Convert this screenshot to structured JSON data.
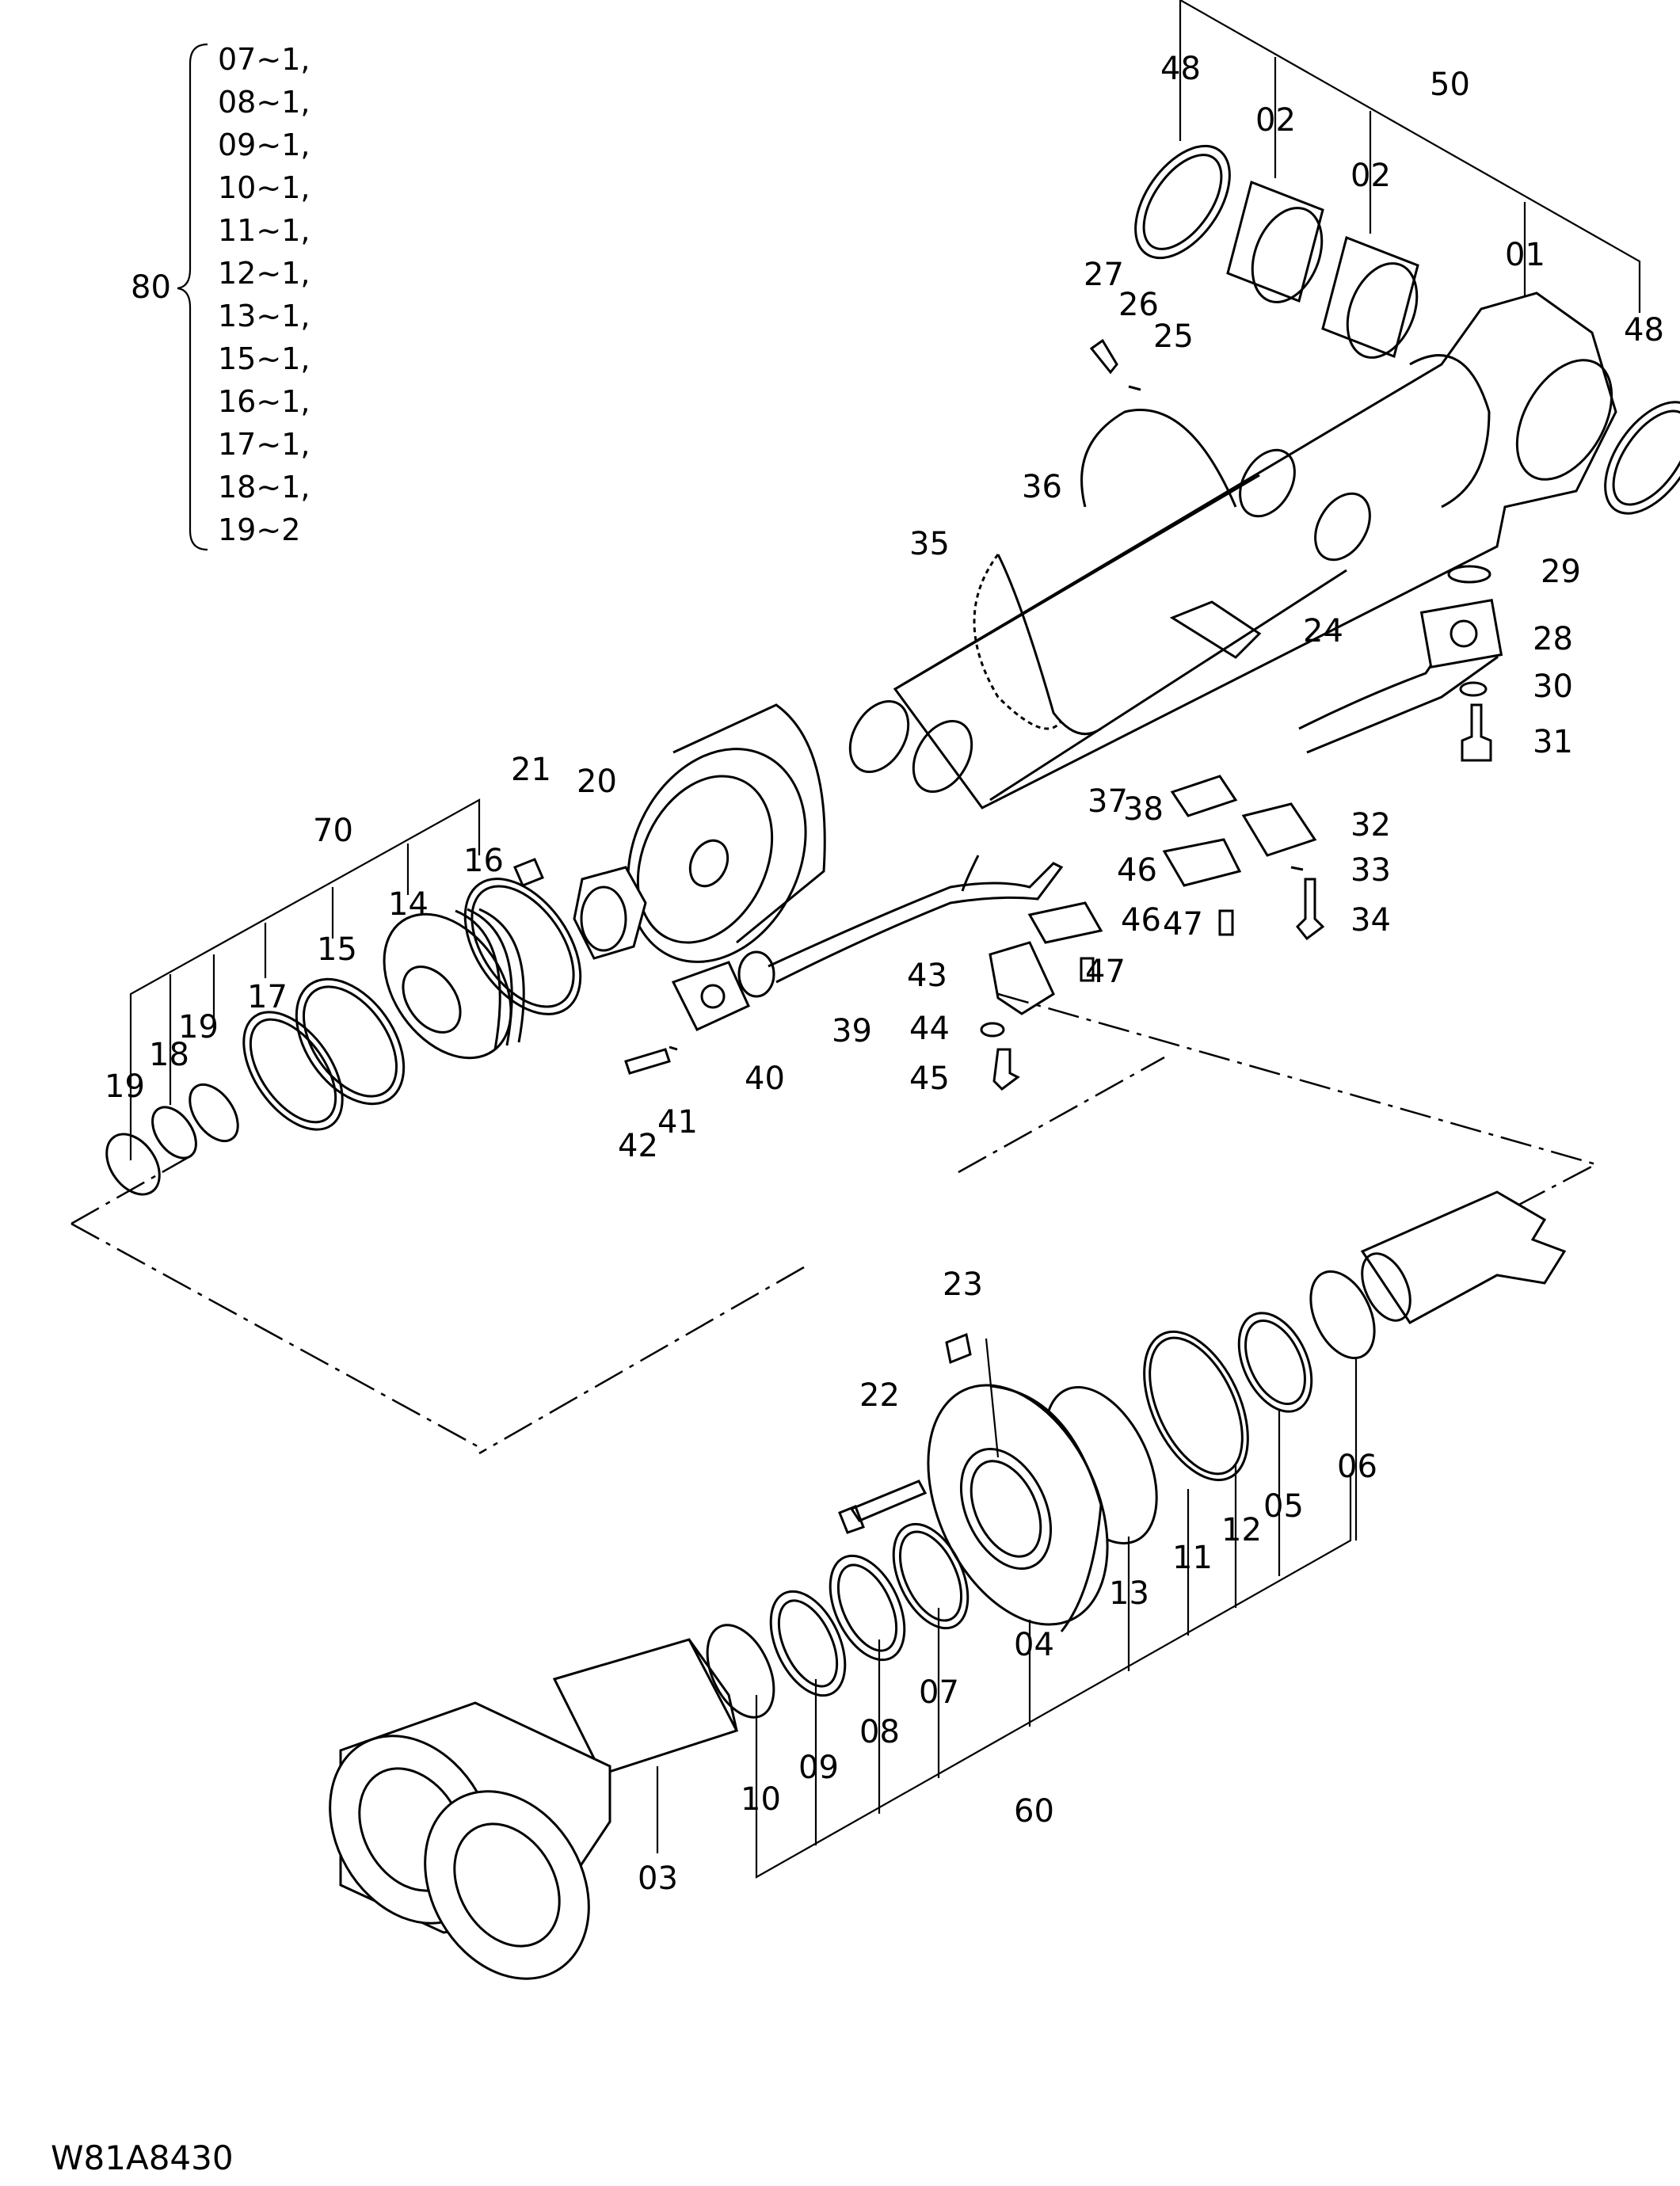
{
  "drawing_id": "W81A8430",
  "kit_label": "80",
  "kit_items": [
    "07~1,",
    "08~1,",
    "09~1,",
    "10~1,",
    "11~1,",
    "12~1,",
    "13~1,",
    "15~1,",
    "16~1,",
    "17~1,",
    "18~1,",
    "19~2"
  ],
  "part_labels": [
    "48",
    "02",
    "50",
    "02",
    "01",
    "48",
    "27",
    "26",
    "25",
    "36",
    "35",
    "29",
    "24",
    "28",
    "30",
    "31",
    "21",
    "20",
    "70",
    "16",
    "14",
    "15",
    "17",
    "19",
    "18",
    "19",
    "37",
    "38",
    "32",
    "33",
    "46",
    "46",
    "34",
    "47",
    "47",
    "43",
    "39",
    "44",
    "45",
    "40",
    "41",
    "42",
    "23",
    "22",
    "06",
    "05",
    "12",
    "11",
    "13",
    "04",
    "07",
    "08",
    "09",
    "10",
    "60",
    "03"
  ]
}
